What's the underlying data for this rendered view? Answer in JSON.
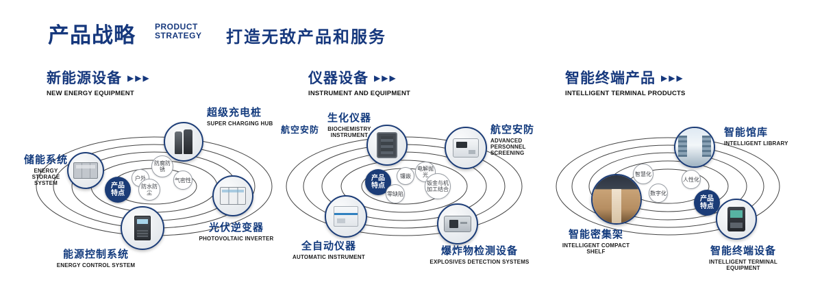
{
  "colors": {
    "brand_blue": "#16387d",
    "badge_navy": "#1b3c77",
    "ring_gray": "#2e2e2e"
  },
  "icons": {
    "triple_chevron": "▶▶▶"
  },
  "header": {
    "title_cn": "产品战略",
    "title_en_lines": [
      "PRODUCT",
      "STRATEGY"
    ],
    "subtitle": "打造无敌产品和服务"
  },
  "sections": [
    {
      "title": "新能源设备",
      "subtitle": "NEW ENERGY EQUIPMENT",
      "badge": "产品特点",
      "tags": [
        "户外",
        "防腐防锈",
        "气密性",
        "防水防尘"
      ],
      "items": [
        {
          "title": "储能系统",
          "subtitle": "ENERGY STORAGE SYSTEM"
        },
        {
          "title": "超级充电桩",
          "subtitle": "SUPER CHARGING HUB"
        },
        {
          "title": "光伏逆变器",
          "subtitle": "PHOTOVOLTAIC INVERTER"
        },
        {
          "title": "能源控制系统",
          "subtitle": "ENERGY CONTROL SYSTEM"
        }
      ]
    },
    {
      "title": "仪器设备",
      "subtitle": "INSTRUMENT AND EQUIPMENT",
      "badge": "产品特点",
      "side_label": "航空安防",
      "tags": [
        "镶嵌",
        "电解抛光",
        "零缺陷",
        "钣金与机加工结合"
      ],
      "items": [
        {
          "title": "生化仪器",
          "subtitle": "BIOCHEMISTRY INSTRUMENT"
        },
        {
          "title": "航空安防",
          "subtitle": "ADVANCED PERSONNEL SCREENING"
        },
        {
          "title": "全自动仪器",
          "subtitle": "AUTOMATIC INSTRUMENT"
        },
        {
          "title": "爆炸物检测设备",
          "subtitle": "EXPLOSIVES DETECTION SYSTEMS"
        }
      ]
    },
    {
      "title": "智能终端产品",
      "subtitle": "INTELLIGENT TERMINAL PRODUCTS",
      "badge": "产品特点",
      "tags": [
        "智慧化",
        "人性化",
        "数字化"
      ],
      "items": [
        {
          "title": "智能馆库",
          "subtitle": "INTELLIGENT LIBRARY"
        },
        {
          "title": "智能密集架",
          "subtitle": "INTELLIGENT COMPACT SHELF"
        },
        {
          "title": "智能终端设备",
          "subtitle": "INTELLIGENT TERMINAL EQUIPMENT"
        }
      ]
    }
  ]
}
